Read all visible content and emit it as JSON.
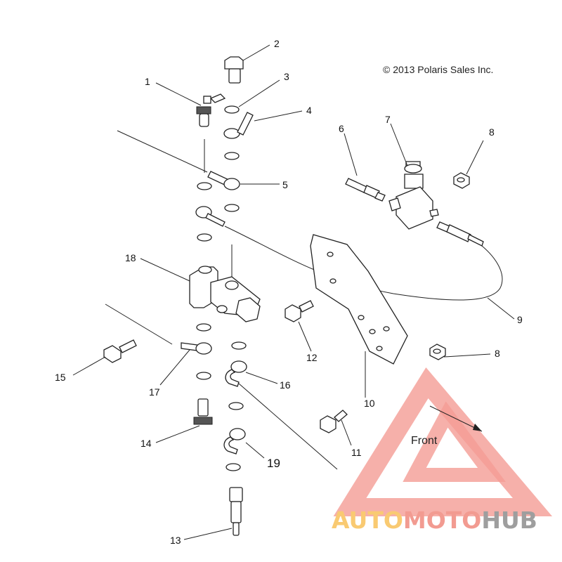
{
  "copyright": "© 2013 Polaris Sales Inc.",
  "front_label": "Front",
  "logo": {
    "parts": [
      "AUTO",
      "MOTO",
      "HUB"
    ],
    "colors": {
      "auto": "#F9C15A",
      "moto": "#F08A7E",
      "hub": "#8E8E8E",
      "triangle": "#F28B82"
    }
  },
  "callouts": [
    {
      "id": "1",
      "label": "1"
    },
    {
      "id": "2",
      "label": "2"
    },
    {
      "id": "3",
      "label": "3"
    },
    {
      "id": "4",
      "label": "4"
    },
    {
      "id": "5",
      "label": "5"
    },
    {
      "id": "6",
      "label": "6"
    },
    {
      "id": "7",
      "label": "7"
    },
    {
      "id": "8a",
      "label": "8"
    },
    {
      "id": "8b",
      "label": "8"
    },
    {
      "id": "9",
      "label": "9"
    },
    {
      "id": "10",
      "label": "10"
    },
    {
      "id": "11",
      "label": "11"
    },
    {
      "id": "12",
      "label": "12"
    },
    {
      "id": "13",
      "label": "13"
    },
    {
      "id": "14",
      "label": "14"
    },
    {
      "id": "15",
      "label": "15"
    },
    {
      "id": "16",
      "label": "16"
    },
    {
      "id": "17",
      "label": "17"
    },
    {
      "id": "18",
      "label": "18"
    },
    {
      "id": "19",
      "label": "19"
    }
  ]
}
